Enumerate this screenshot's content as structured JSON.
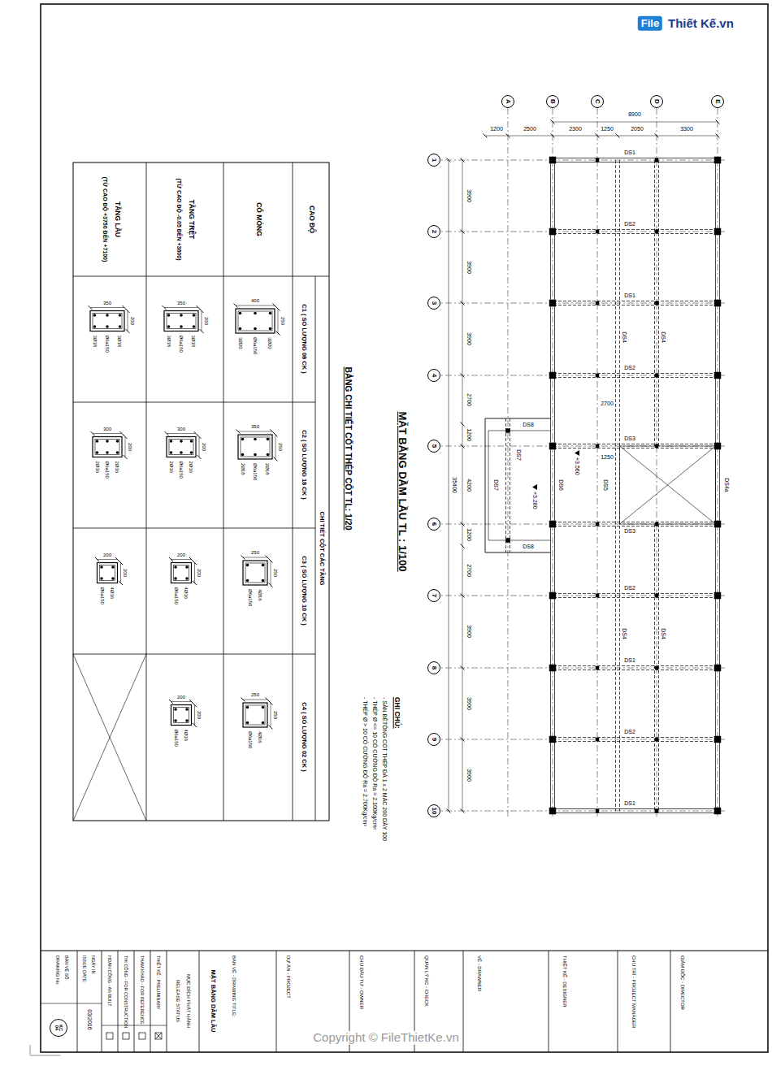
{
  "diagram": {
    "title": "MẶT BẰNG DẦM LẦU TL : 1/100",
    "nodes": [
      {
        "text": [
          "A"
        ]
      },
      {
        "text": [
          "B"
        ]
      },
      {
        "text": [
          "C"
        ]
      },
      {
        "text": [
          "D"
        ]
      },
      {
        "text": [
          "E"
        ]
      },
      {
        "text": [
          "1"
        ]
      },
      {
        "text": [
          "2"
        ]
      },
      {
        "text": [
          "3"
        ]
      },
      {
        "text": [
          "4"
        ]
      },
      {
        "text": [
          "5"
        ]
      },
      {
        "text": [
          "6"
        ]
      },
      {
        "text": [
          "7"
        ]
      },
      {
        "text": [
          "8"
        ]
      },
      {
        "text": [
          "9"
        ]
      },
      {
        "text": [
          "10"
        ]
      },
      {
        "text": [
          "KC",
          "04"
        ]
      }
    ],
    "labels": [
      "1200",
      "2500",
      "2300",
      "1250",
      "2050",
      "3300",
      "8900",
      "3900",
      "3900",
      "3900",
      "2700",
      "1200",
      "4200",
      "1200",
      "2700",
      "3900",
      "3900",
      "3900",
      "35400",
      "DS1",
      "DS2",
      "DS1",
      "DS2",
      "DS3",
      "DS3",
      "DS2",
      "DS1",
      "DS2",
      "DS1",
      "DS4",
      "DS4",
      "DS4",
      "DS4",
      "DS8",
      "DS8",
      "DS7",
      "DS7",
      "DS6",
      "DS5",
      "DS4a",
      "+3.280",
      "+3.560",
      "1250",
      "2700",
      "GHI CHÚ:",
      "- SÀN BÊTÔNG CỐT THÉP ĐÁ 1 x 2 MÁC 200 DÀY 100",
      "- THÉP Ø <= 10 CÓ CƯỜNG ĐỘ Ra = 2.100Kg/cm²",
      "- THÉP Ø > 10 CÓ CƯỜNG ĐỘ Ra = 2.700Kg/cm²",
      "BẢNG CHI TIẾT CỐT THÉP CỘT TL: 1/20",
      "CHI TIẾT CỘT CÁC TẦNG",
      "CAO ĐỘ",
      "C1 ( SỐ LƯỢNG 08 CK )",
      "C2 ( SỐ LƯỢNG 18 CK )",
      "C3 ( SỐ LƯỢNG 10 CK )",
      "C4 ( SỐ LƯỢNG 02 CK )",
      "CỔ MÓNG",
      "400",
      "250",
      "3Ø20",
      "Ø6a150",
      "3Ø20",
      "350",
      "250",
      "2Ø18",
      "Ø6a150",
      "2Ø18",
      "250",
      "250",
      "4Ø16",
      "Ø6a150",
      "250",
      "250",
      "4Ø16",
      "Ø6a150",
      "TẦNG TRỆT",
      "(TỪ CAO ĐỘ -0.05 ĐẾN +3600)",
      "350",
      "200",
      "3Ø18",
      "Ø6a150",
      "3Ø18",
      "300",
      "200",
      "2Ø16",
      "Ø6a150",
      "2Ø16",
      "200",
      "200",
      "4Ø16",
      "Ø6a150",
      "200",
      "200",
      "4Ø16",
      "Ø6a150",
      "TẦNG LẦU",
      "(TỪ CAO ĐỘ +3750 ĐẾN +7100)",
      "350",
      "200",
      "3Ø18",
      "Ø6a150",
      "3Ø18",
      "300",
      "200",
      "2Ø16",
      "Ø6a150",
      "2Ø16",
      "200",
      "200",
      "4Ø16",
      "Ø6a150",
      "GIÁM ĐỐC - DIRECTOR",
      "CHỦ TRÌ - PROJECT MANAGER",
      "THIẾT KẾ - DESIGNER",
      "VẼ - DRAWNER",
      "QUẢN LÝ KC - CHECK",
      "CHỦ ĐẦU TƯ - OWNER",
      "DỰ ÁN - PROJECT",
      "BẢN VẼ - DRAWING TITLE:",
      "MẶT BẰNG DẦM LẦU",
      "MỤC ĐÍCH PHÁT HÀNH",
      "RELEASE STATUS",
      "THIẾT KẾ - PRELIMINARY",
      "THAM KHẢO - FOR REFERENCE",
      "THI CÔNG - FOR CONSTRUCTION",
      "HOÀN CÔNG - AS BUILT",
      "NGÀY IN",
      "ISSUE DATE:",
      "03/2016",
      "BẢN VẼ SỐ",
      "DRAWING No.",
      "File",
      "Thiết Kế.vn",
      "Copyright © FileThietKe.vn"
    ]
  }
}
